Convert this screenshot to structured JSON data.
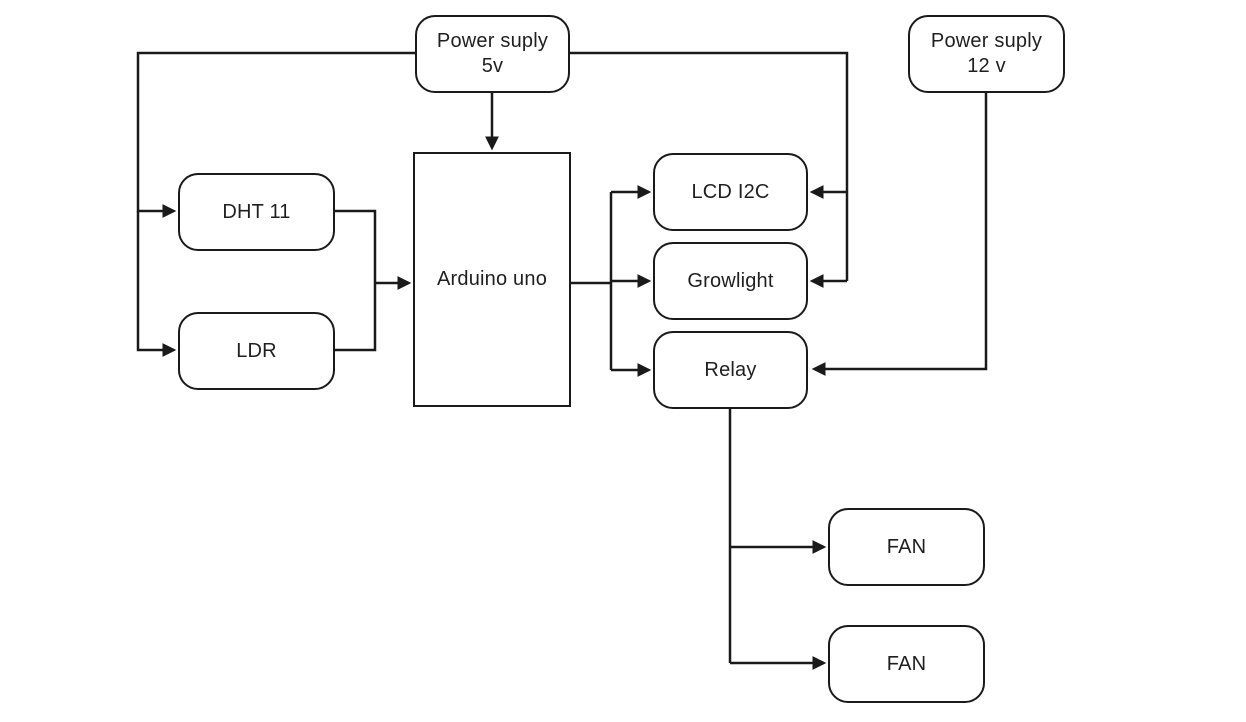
{
  "diagram": {
    "type": "block-diagram",
    "background_color": "#ffffff",
    "line_color": "#1a1a1a",
    "box_fill_color": "#ffffff",
    "text_color": "#1f1f1f",
    "nodes": {
      "power_5v": {
        "line1": "Power suply",
        "line2": "5v"
      },
      "power_12v": {
        "line1": "Power suply",
        "line2": "12 v"
      },
      "dht11": {
        "label": "DHT 11"
      },
      "ldr": {
        "label": "LDR"
      },
      "arduino": {
        "label": "Arduino uno"
      },
      "lcd": {
        "label": "LCD I2C"
      },
      "growlight": {
        "label": "Growlight"
      },
      "relay": {
        "label": "Relay"
      },
      "fan1": {
        "label": "FAN"
      },
      "fan2": {
        "label": "FAN"
      }
    },
    "edges": [
      {
        "from": "power_5v",
        "to": "dht11"
      },
      {
        "from": "power_5v",
        "to": "ldr"
      },
      {
        "from": "power_5v",
        "to": "arduino"
      },
      {
        "from": "power_5v",
        "to": "lcd"
      },
      {
        "from": "power_5v",
        "to": "growlight"
      },
      {
        "from": "dht11",
        "to": "arduino"
      },
      {
        "from": "ldr",
        "to": "arduino"
      },
      {
        "from": "arduino",
        "to": "lcd"
      },
      {
        "from": "arduino",
        "to": "growlight"
      },
      {
        "from": "arduino",
        "to": "relay"
      },
      {
        "from": "power_12v",
        "to": "relay"
      },
      {
        "from": "relay",
        "to": "fan1"
      },
      {
        "from": "relay",
        "to": "fan2"
      }
    ]
  }
}
